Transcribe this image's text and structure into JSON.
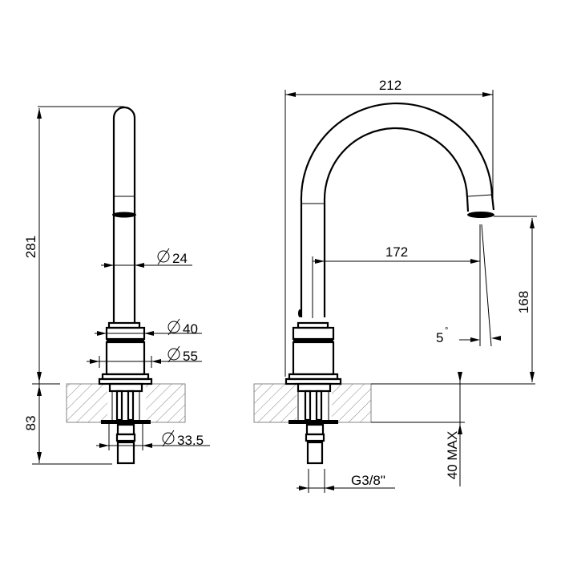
{
  "drawing": {
    "type": "technical drawing - deck mounted swan neck faucet",
    "views": [
      "side-view",
      "front-view"
    ]
  },
  "dimensions": {
    "overall_height": "281",
    "under_counter_depth": "83",
    "spout_diameter": "24",
    "upper_body_diameter": "40",
    "base_diameter": "55",
    "shank_diameter": "33.5",
    "spout_reach_overall": "212",
    "spout_reach": "172",
    "outlet_height": "168",
    "spray_angle": "5",
    "spray_angle_unit": "°",
    "max_counter_thickness": "40 MAX",
    "connection_thread": "G3/8\""
  },
  "symbols": {
    "diameter": "∅"
  },
  "colors": {
    "line": "#000000",
    "hatch": "#666666",
    "background": "#ffffff"
  }
}
